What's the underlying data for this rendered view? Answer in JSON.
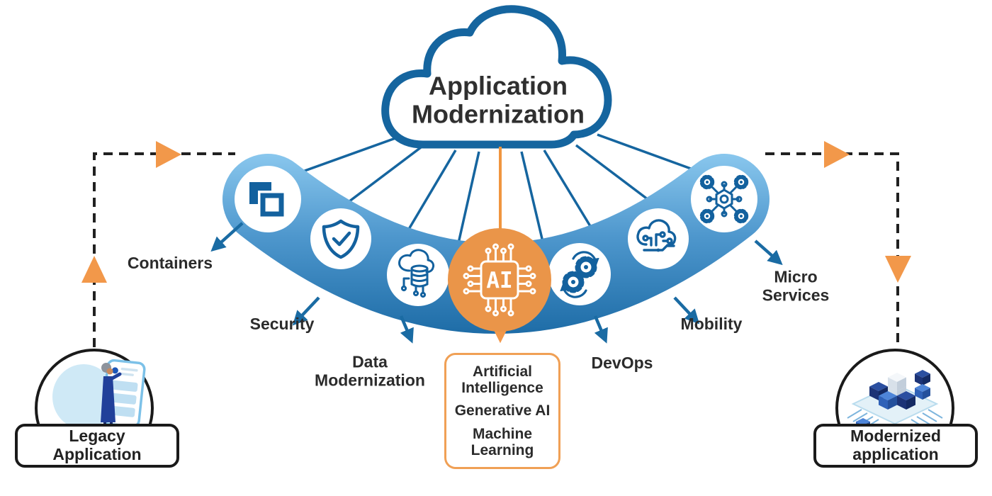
{
  "cloud": {
    "title": "Application Modernization"
  },
  "spokes": [
    {
      "id": "containers",
      "label": "Containers",
      "icon": "containers-icon"
    },
    {
      "id": "security",
      "label": "Security",
      "icon": "security-shield-icon"
    },
    {
      "id": "data-modernization",
      "label": "Data Modernization",
      "icon": "cloud-database-icon"
    },
    {
      "id": "ai",
      "label": "",
      "icon": "ai-chip-icon"
    },
    {
      "id": "devops",
      "label": "DevOps",
      "icon": "devops-gears-icon"
    },
    {
      "id": "mobility",
      "label": "Mobility",
      "icon": "cloud-circuit-icon"
    },
    {
      "id": "micro-services",
      "label": "Micro Services",
      "icon": "microservices-network-icon"
    }
  ],
  "ai": {
    "chip_text": "AI",
    "box_items": [
      "Artificial Intelligence",
      "Generative AI",
      "Machine Learning"
    ]
  },
  "legacy": {
    "label": "Legacy Application"
  },
  "modernized": {
    "label": "Modernized application"
  },
  "colors": {
    "cloud_outline": "#15659f",
    "spoke_line_blue": "#15659f",
    "band_top": "#8cc9ef",
    "band_bottom": "#1a69a4",
    "icon_blue": "#13619e",
    "ai_orange": "#ea9549",
    "arrow_orange": "#f2984a",
    "label_text": "#2b2b2b",
    "dashed_line": "#212121"
  }
}
